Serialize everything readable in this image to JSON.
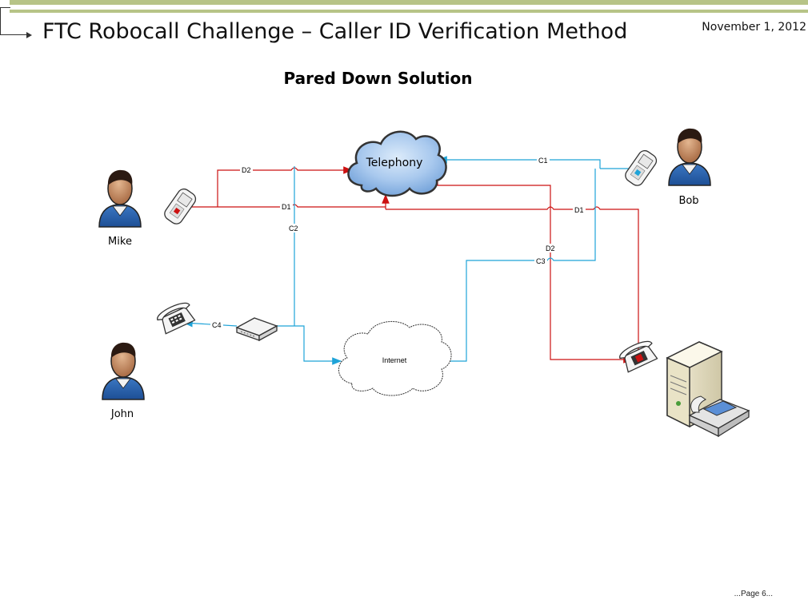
{
  "header": {
    "title": "FTC Robocall Challenge – Caller ID Verification Method",
    "date": "November 1, 2012"
  },
  "diagram": {
    "title": "Pared Down Solution",
    "nodes": {
      "telephony": "Telephony",
      "internet": "Internet",
      "mike": "Mike",
      "bob": "Bob",
      "john": "John"
    },
    "connections": {
      "d2_top": "D2",
      "d1_left": "D1",
      "c2": "C2",
      "c1": "C1",
      "d1_right": "D1",
      "d2_mid": "D2",
      "c3": "C3",
      "c4": "C4"
    },
    "colors": {
      "d_path": "#cc1111",
      "c_path": "#1fa3d8"
    }
  },
  "footer": {
    "page": "...Page 6..."
  }
}
